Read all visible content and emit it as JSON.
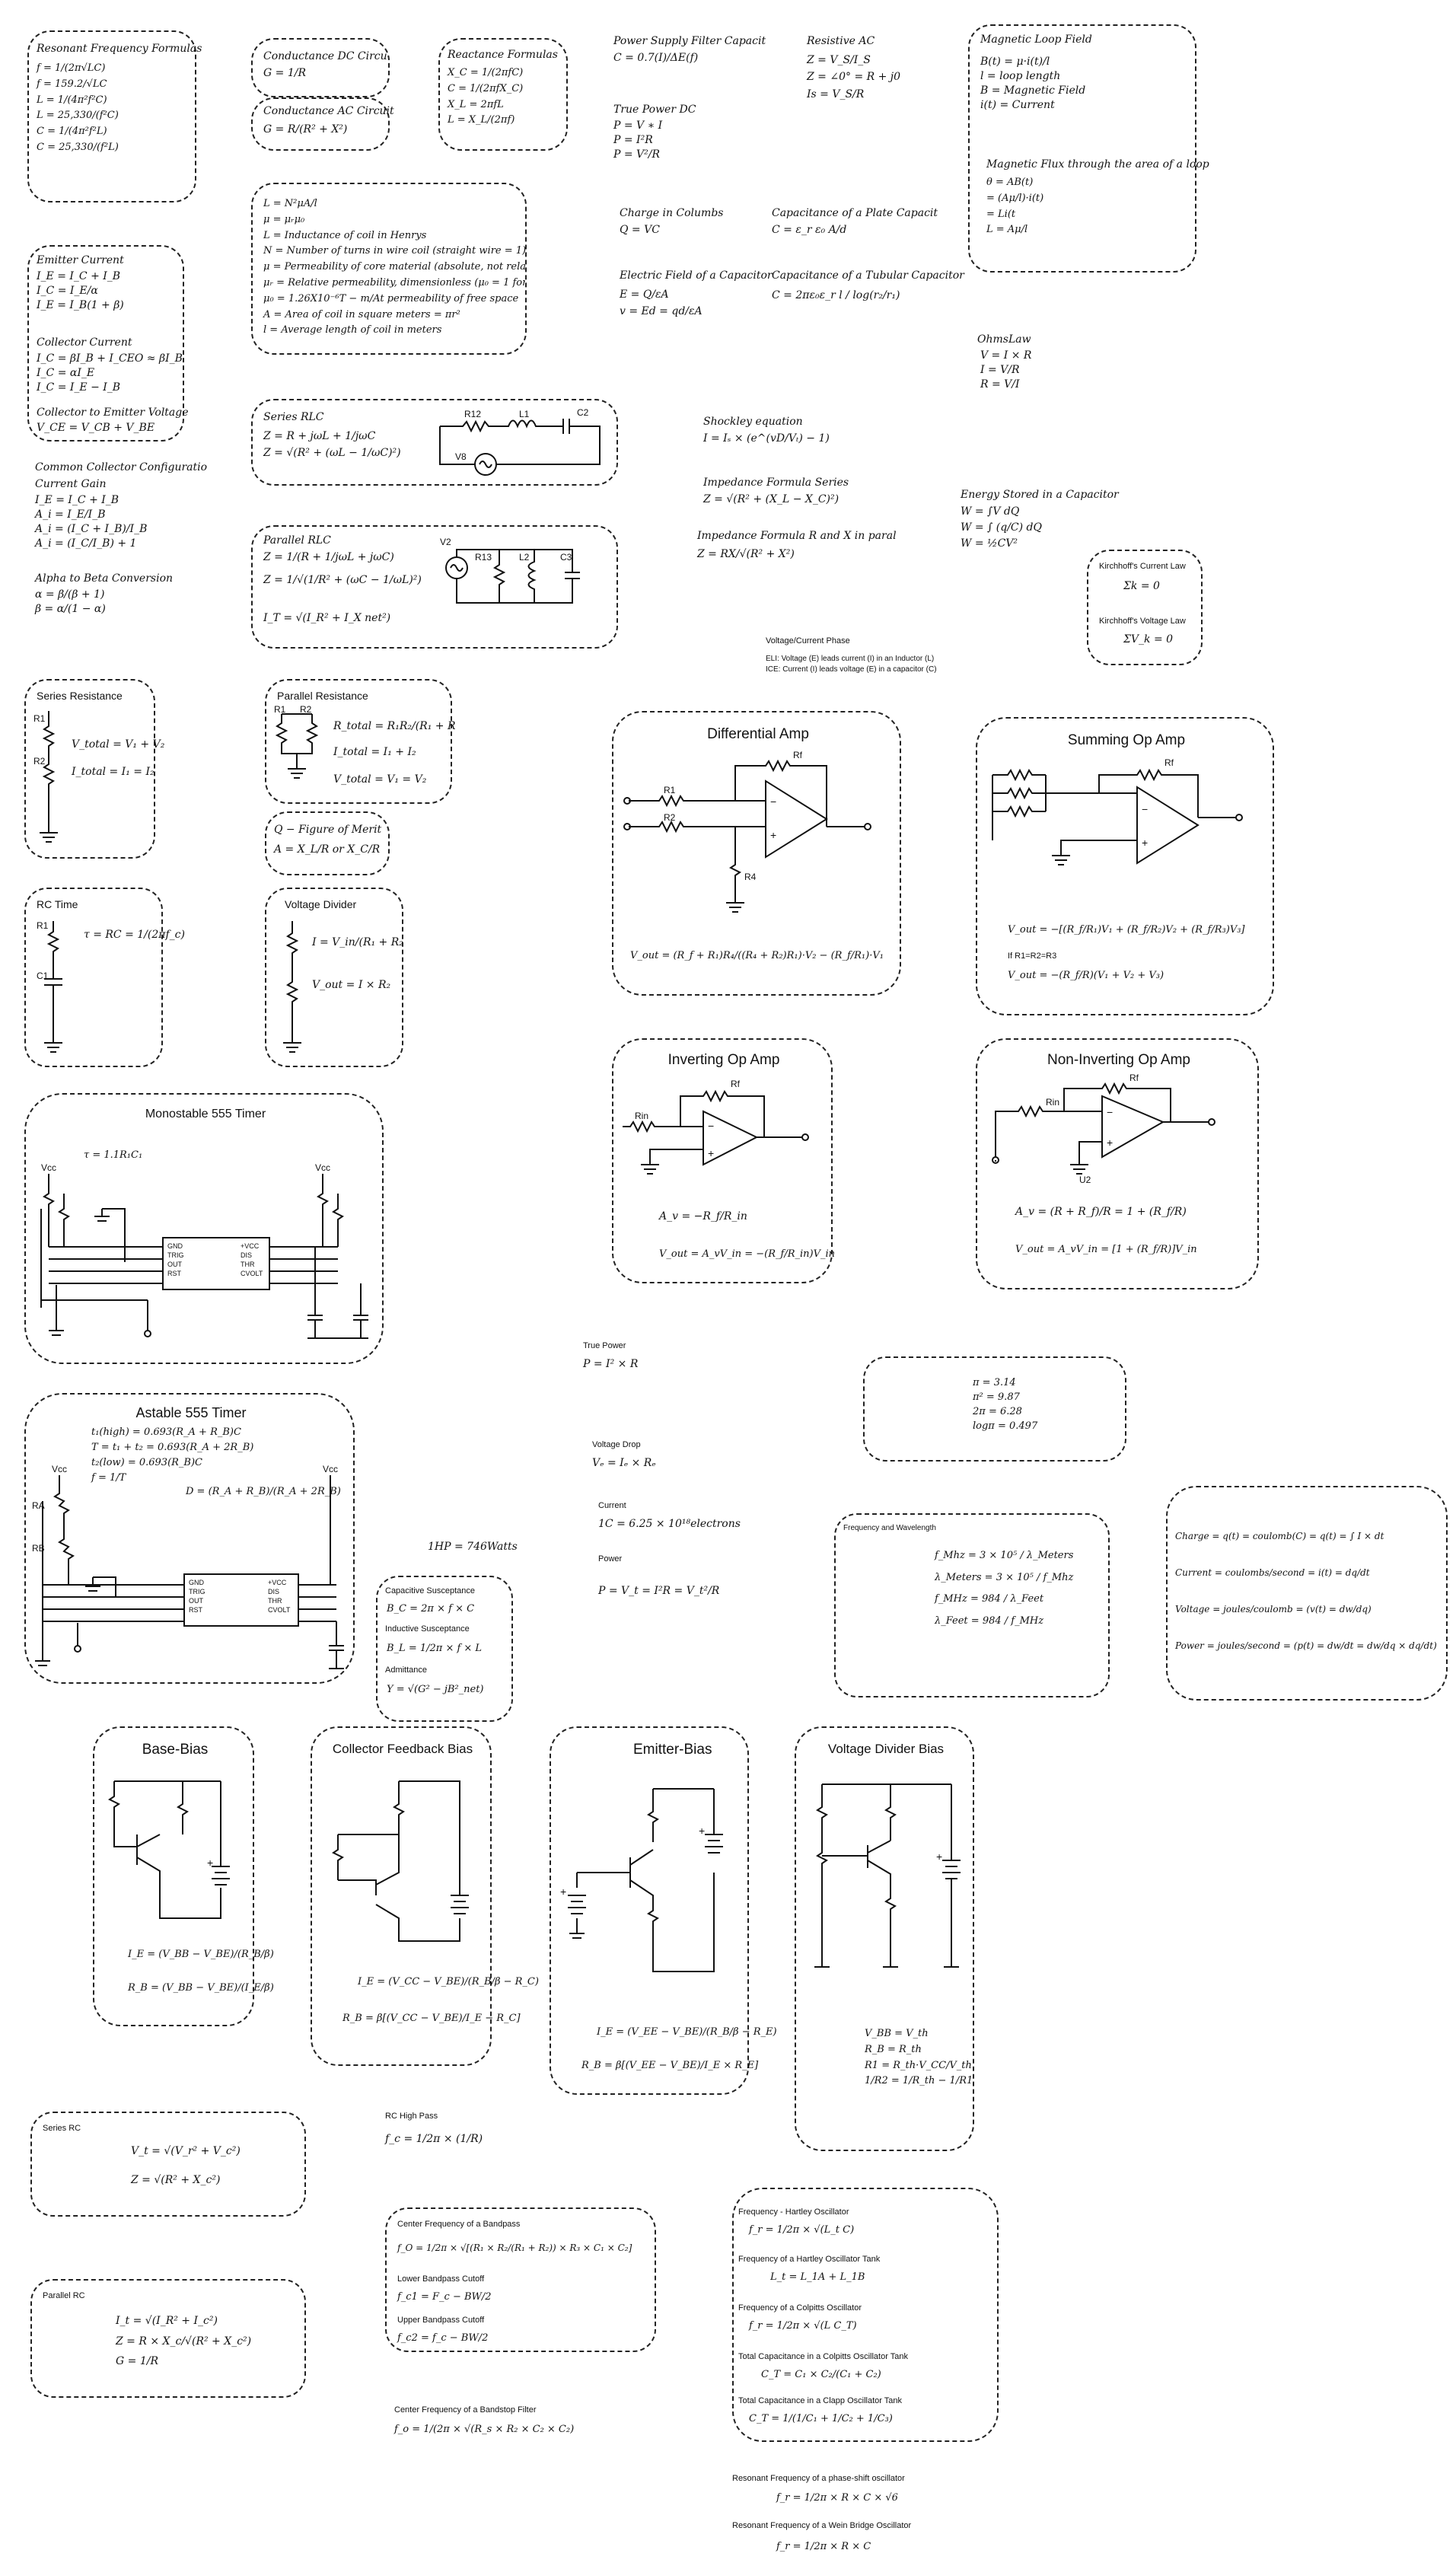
{
  "resonant": {
    "title": "Resonant Frequency Formulas",
    "lines": [
      "f = 1/(2π√LC)",
      "f = 159.2/√LC",
      "L = 1/(4π²f²C)",
      "L = 25,330/(f²C)",
      "C = 1/(4π²f²L)",
      "C = 25,330/(f²L)"
    ]
  },
  "conductance": {
    "dc_title": "Conductance DC Circu",
    "dc_formula": "G = 1/R",
    "ac_title": "Conductance AC Circuit",
    "ac_formula": "G = R/(R² + X²)"
  },
  "reactance": {
    "title": "Reactance Formulas",
    "lines": [
      "X_C = 1/(2πfC)",
      "C = 1/(2πfX_C)",
      "X_L = 2πfL",
      "L = X_L/(2πf)"
    ]
  },
  "power_supply": {
    "title": "Power Supply Filter Capacit",
    "formula": "C = 0.7(I)/ΔE(f)"
  },
  "true_power_dc": {
    "title": "True Power DC",
    "lines": [
      "P = V ∗ I",
      "P = I²R",
      "P = V²/R"
    ]
  },
  "resistive_ac": {
    "title": "Resistive AC",
    "lines": [
      "Z = V_S/I_S",
      "Z = ∠0° = R + j0",
      "Is = V_S/R"
    ]
  },
  "magnetic_loop": {
    "title": "Magnetic Loop Field",
    "lines": [
      "B(t) = μ·i(t)/l",
      "l = loop length",
      "B = Magnetic Field",
      "i(t) = Current"
    ],
    "flux_title": "Magnetic Flux through the area of a loop",
    "flux_lines": [
      "θ = AB(t)",
      "= (Aμ/l)·i(t)",
      "= Li(t",
      "L = Aμ/l"
    ]
  },
  "inductance": {
    "lines": [
      "L = N²μA/l",
      "μ = μᵣμ₀",
      "L = Inductance of coil in Henrys",
      "N = Number of turns in wire coil (straight wire = 1)",
      "μ = Permeability of core material (absolute, not relat",
      "μᵣ = Relative permeability, dimensionless (μ₀ = 1 for",
      "μ₀ = 1.26X10⁻⁶T − m/At permeability of free space",
      "A = Area of coil in square meters = πr²",
      "l = Average length of coil in meters"
    ]
  },
  "emitter_current": {
    "title": "Emitter Current",
    "lines": [
      "I_E = I_C + I_B",
      "I_C = I_E/α",
      "I_E = I_B(1 + β)"
    ],
    "collector_title": "Collector Current",
    "collector_lines": [
      "I_C = βI_B + I_CEO ≈ βI_B",
      "I_C = αI_E",
      "I_C = I_E − I_B"
    ],
    "cev_title": "Collector to Emitter Voltage",
    "cev_formula": "V_CE = V_CB + V_BE"
  },
  "common_collector": {
    "title": "Common Collector Configuratio",
    "gain_title": "Current Gain",
    "lines": [
      "I_E = I_C + I_B",
      "A_i = I_E/I_B",
      "A_i = (I_C + I_B)/I_B",
      "A_i = (I_C/I_B) + 1"
    ],
    "ab_title": "Alpha to Beta Conversion",
    "ab_lines": [
      "α = β/(β + 1)",
      "β = α/(1 − α)"
    ]
  },
  "charge": {
    "title": "Charge in Columbs",
    "formula": "Q = VC"
  },
  "plate_cap": {
    "title": "Capacitance of a Plate Capacit",
    "formula": "C = ε_r ε₀ A/d"
  },
  "efield": {
    "title": "Electric Field of a Capacitor",
    "lines": [
      "E = Q/εA",
      "v = Ed = qd/εA"
    ]
  },
  "tubular_cap": {
    "title": "Capacitance of a Tubular Capacitor",
    "formula": "C = 2πε₀ε_r l / log(r₂/r₁)"
  },
  "ohms": {
    "title": "OhmsLaw",
    "lines": [
      "V = I × R",
      "I = V/R",
      "R = V/I"
    ]
  },
  "series_rlc": {
    "title": "Series RLC",
    "lines": [
      "Z = R + jωL + 1/jωC",
      "Z = √(R² + (ωL − 1/ωC)²)"
    ],
    "labels": [
      "R12",
      "L1",
      "C2",
      "V8"
    ]
  },
  "parallel_rlc": {
    "title": "Parallel RLC",
    "lines": [
      "Z = 1/(R + 1/jωL + jωC)",
      "Z = 1/√(1/R² + (ωC − 1/ωL)²)",
      "I_T = √(I_R² + I_X net²)"
    ],
    "labels": [
      "V2",
      "R13",
      "L2",
      "C3"
    ]
  },
  "shockley": {
    "title": "Shockley equation",
    "formula": "I = Iₛ × (e^(vD/Vₜ) − 1)"
  },
  "impedance_series": {
    "title": "Impedance Formula Series",
    "formula": "Z = √(R² + (X_L − X_C)²)"
  },
  "impedance_parallel": {
    "title": "Impedance Formula R and X in paral",
    "formula": "Z = RX/√(R² + X²)"
  },
  "energy_cap": {
    "title": "Energy Stored in a Capacitor",
    "lines": [
      "W = ∫V dQ",
      "W = ∫ (q/C) dQ",
      "W = ½CV²"
    ]
  },
  "kirchhoff": {
    "current_title": "Kirchhoff's Current Law",
    "current_formula": "Σk = 0",
    "voltage_title": "Kirchhoff's Voltage Law",
    "voltage_formula": "ΣV_k = 0"
  },
  "phase": {
    "title": "Voltage/Current Phase",
    "lines": [
      "ELI: Voltage (E) leads current (I) in an Inductor (L)",
      "ICE: Current (I) leads voltage (E) in a capacitor (C)"
    ]
  },
  "series_resistance": {
    "title": "Series Resistance",
    "lines": [
      "V_total = V₁ + V₂",
      "I_total = I₁ = I₂"
    ],
    "labels": [
      "R1",
      "R2"
    ]
  },
  "parallel_resistance": {
    "title": "Parallel Resistance",
    "lines": [
      "R_total = R₁R₂/(R₁ + R",
      "I_total = I₁ + I₂",
      "V_total = V₁ = V₂"
    ],
    "labels": [
      "R1",
      "R2"
    ]
  },
  "q_factor": {
    "lines": [
      "Q − Figure of Merit",
      "A = X_L/R or X_C/R"
    ]
  },
  "rc_time": {
    "title": "RC Time",
    "formula": "τ = RC = 1/(2πf_c)",
    "labels": [
      "R1",
      "C1"
    ]
  },
  "voltage_divider": {
    "title": "Voltage Divider",
    "lines": [
      "I = V_in/(R₁ + R₂",
      "V_out = I × R₂"
    ]
  },
  "diff_amp": {
    "title": "Differential Amp",
    "formula": "V_out = (R_f + R₁)R₄/((R₄ + R₂)R₁)·V₂ − (R_f/R₁)·V₁",
    "labels": [
      "Rf",
      "R1",
      "R2",
      "R4"
    ]
  },
  "summing_amp": {
    "title": "Summing Op Amp",
    "formula1": "V_out = −[(R_f/R₁)V₁ + (R_f/R₂)V₂ + (R_f/R₃)V₃]",
    "note": "If R1=R2=R3",
    "formula2": "V_out = −(R_f/R)(V₁ + V₂ + V₃)",
    "labels": [
      "Rf"
    ]
  },
  "inverting_amp": {
    "title": "Inverting Op Amp",
    "lines": [
      "A_v = −R_f/R_in",
      "V_out = A_vV_in = −(R_f/R_in)V_in"
    ],
    "labels": [
      "Rf",
      "Rin"
    ]
  },
  "noninverting_amp": {
    "title": "Non-Inverting Op Amp",
    "lines": [
      "A_v = (R + R_f)/R = 1 + (R_f/R)",
      "V_out = A_vV_in = [1 + (R_f/R)]V_in"
    ],
    "labels": [
      "Rf",
      "Rin",
      "U2"
    ]
  },
  "mono555": {
    "title": "Monostable 555 Timer",
    "formula": "τ = 1.1R₁C₁",
    "vcc": "Vcc",
    "pins_left": [
      "GND",
      "TRIG",
      "OUT",
      "RST"
    ],
    "pins_right": [
      "+VCC",
      "DIS",
      "THR",
      "CVOLT"
    ]
  },
  "astable555": {
    "title": "Astable 555 Timer",
    "lines": [
      "t₁(high) = 0.693(R_A + R_B)C",
      "T = t₁ + t₂ = 0.693(R_A + 2R_B)",
      "t₂(low) = 0.693(R_B)C",
      "f = 1/T"
    ],
    "d_formula": "D = (R_A + R_B)/(R_A + 2R_B)",
    "labels": [
      "Vcc",
      "RA",
      "RB",
      "Vcc"
    ],
    "pins_left": [
      "GND",
      "TRIG",
      "OUT",
      "RST"
    ],
    "pins_right": [
      "+VCC",
      "DIS",
      "THR",
      "CVOLT"
    ]
  },
  "true_power": {
    "title": "True Power",
    "formula": "P = I² × R"
  },
  "constants": {
    "lines": [
      "π = 3.14",
      "π² = 9.87",
      "2π = 6.28",
      "logπ = 0.497"
    ]
  },
  "voltage_drop": {
    "title": "Voltage Drop",
    "formula": "Vₑ = Iₑ × Rₑ"
  },
  "current_def": {
    "title": "Current",
    "formula": "1C = 6.25 × 10¹⁸electrons"
  },
  "power_def": {
    "title": "Power",
    "formula": "P = V_t = I²R = V_t²/R"
  },
  "hp": {
    "formula": "1HP = 746Watts"
  },
  "susceptance": {
    "cap_title": "Capacitive Susceptance",
    "cap_formula": "B_C = 2π × f × C",
    "ind_title": "Inductive Susceptance",
    "ind_formula": "B_L = 1/2π × f × L",
    "adm_title": "Admittance",
    "adm_formula": "Y = √(G² − jB²_net)"
  },
  "freq_wave": {
    "title": "Frequency and Wavelength",
    "lines": [
      "f_Mhz = 3 × 10⁵ / λ_Meters",
      "λ_Meters = 3 × 10⁵ / f_Mhz",
      "f_MHz = 984 / λ_Feet",
      "λ_Feet = 984 / f_MHz"
    ]
  },
  "charge_defs": {
    "lines": [
      "Charge = q(t) = coulomb(C) = q(t) = ∫ I × dt",
      "Current = coulombs/second = i(t) = dq/dt",
      "Voltage = joules/coulomb = (v(t) = dw/dq)",
      "Power = joules/second = (p(t) = dw/dt = dw/dq × dq/dt)"
    ]
  },
  "base_bias": {
    "title": "Base-Bias",
    "lines": [
      "I_E = (V_BB − V_BE)/(R_B/β)",
      "R_B = (V_BB − V_BE)/(I_E/β)"
    ]
  },
  "collector_feedback": {
    "title": "Collector Feedback Bias",
    "lines": [
      "I_E = (V_CC − V_BE)/(R_B/β − R_C)",
      "R_B = β[(V_CC − V_BE)/I_E − R_C]"
    ]
  },
  "emitter_bias": {
    "title": "Emitter-Bias",
    "lines": [
      "I_E = (V_EE − V_BE)/(R_B/β − R_E)",
      "R_B = β[(V_EE − V_BE)/I_E × R_E]"
    ]
  },
  "vd_bias": {
    "title": "Voltage Divider Bias",
    "lines": [
      "V_BB = V_th",
      "R_B = R_th",
      "R1 = R_th·V_CC/V_th",
      "1/R2 = 1/R_th − 1/R1"
    ]
  },
  "series_rc": {
    "title": "Series RC",
    "lines": [
      "V_t = √(V_r² + V_c²)",
      "Z = √(R² + X_c²)"
    ]
  },
  "rc_highpass": {
    "title": "RC High Pass",
    "formula": "f_c = 1/2π × (1/R)"
  },
  "parallel_rc": {
    "title": "Parallel RC",
    "lines": [
      "I_t = √(I_R² + I_c²)",
      "Z = R × X_c/√(R² + X_c²)",
      "G = 1/R"
    ]
  },
  "bandpass": {
    "title": "Center Frequency of a Bandpass",
    "formula": "f_O = 1/2π × √[(R₁ × R₂/(R₁ + R₂)) × R₃ × C₁ × C₂]",
    "lower_title": "Lower Bandpass Cutoff",
    "lower_formula": "f_c1 = F_c − BW/2",
    "upper_title": "Upper Bandpass Cutoff",
    "upper_formula": "f_c2 = f_c − BW/2"
  },
  "bandstop": {
    "title": "Center Frequency of a Bandstop Filter",
    "formula": "f_o = 1/(2π × √(R_s × R₂ × C₂ × C₂)"
  },
  "oscillators": {
    "hartley_title": "Frequency - Hartley Oscillator",
    "hartley_formula": "f_r = 1/2π × √(L_t C)",
    "hartley_tank_title": "Frequency of a Hartley Oscillator Tank",
    "hartley_tank_formula": "L_t = L_1A + L_1B",
    "colpitts_title": "Frequency of a Colpitts Oscillator",
    "colpitts_formula": "f_r = 1/2π × √(L C_T)",
    "colpitts_tank_title": "Total Capacitance in a Colpitts Oscillator Tank",
    "colpitts_tank_formula": "C_T = C₁ × C₂/(C₁ + C₂)",
    "clapp_title": "Total Capacitance in a Clapp Oscillator Tank",
    "clapp_formula": "C_T = 1/(1/C₁ + 1/C₂ + 1/C₃)"
  },
  "phase_shift": {
    "title": "Resonant Frequency of a phase-shift oscillator",
    "formula": "f_r = 1/2π × R × C × √6"
  },
  "wein": {
    "title": "Resonant Frequency of a Wein Bridge Oscillator",
    "formula": "f_r = 1/2π × R × C"
  }
}
